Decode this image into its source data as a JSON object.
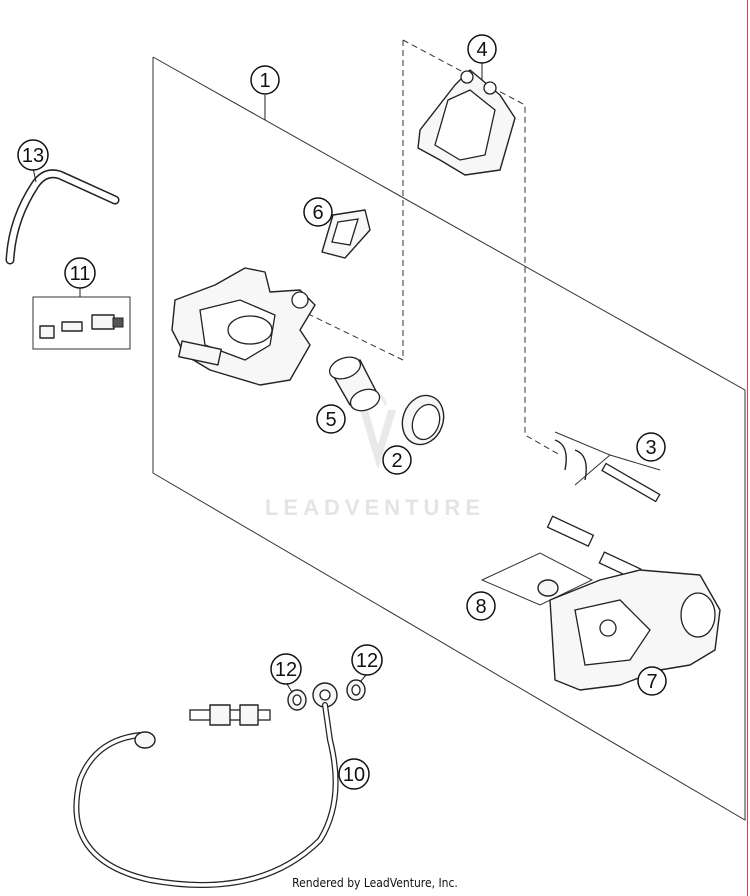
{
  "watermark": {
    "brand": "LEADVENTURE"
  },
  "footer": {
    "text": "Rendered by LeadVenture, Inc."
  },
  "callouts": [
    {
      "id": "c1",
      "label": "1"
    },
    {
      "id": "c2",
      "label": "2"
    },
    {
      "id": "c3",
      "label": "3"
    },
    {
      "id": "c4",
      "label": "4"
    },
    {
      "id": "c5",
      "label": "5"
    },
    {
      "id": "c6",
      "label": "6"
    },
    {
      "id": "c7",
      "label": "7"
    },
    {
      "id": "c8",
      "label": "8"
    },
    {
      "id": "c10",
      "label": "10"
    },
    {
      "id": "c11",
      "label": "11"
    },
    {
      "id": "c12a",
      "label": "12"
    },
    {
      "id": "c12b",
      "label": "12"
    },
    {
      "id": "c13",
      "label": "13"
    }
  ],
  "colors": {
    "line": "#222222",
    "watermark": "#cfcfcf",
    "background": "#ffffff"
  }
}
